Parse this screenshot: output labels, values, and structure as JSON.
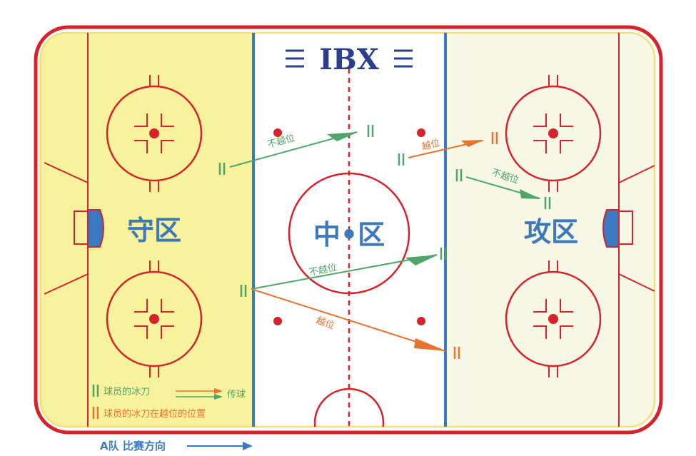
{
  "logo": "IBX",
  "zones": {
    "defense": "守区",
    "neutral": "中•区",
    "attack": "攻区"
  },
  "passes": [
    {
      "label": "不越位",
      "status": "onside"
    },
    {
      "label": "越位",
      "status": "offside"
    },
    {
      "label": "不越位",
      "status": "onside"
    },
    {
      "label": "不越位",
      "status": "onside"
    },
    {
      "label": "越位",
      "status": "offside"
    }
  ],
  "legend": {
    "player_skate": "球员的冰刀",
    "pass": "传球",
    "offside_skate": "球员的冰刀在越位的位置"
  },
  "direction_label": "A队 比赛方向",
  "colors": {
    "onside": "#4fa56a",
    "offside": "#e8732e",
    "rink_border": "#d6222a",
    "blue_line": "#3b78c2",
    "zone_text": "#3d78bb",
    "defense_zone_fill": "#f7f29b",
    "attack_zone_fill": "#f6f7e4"
  }
}
